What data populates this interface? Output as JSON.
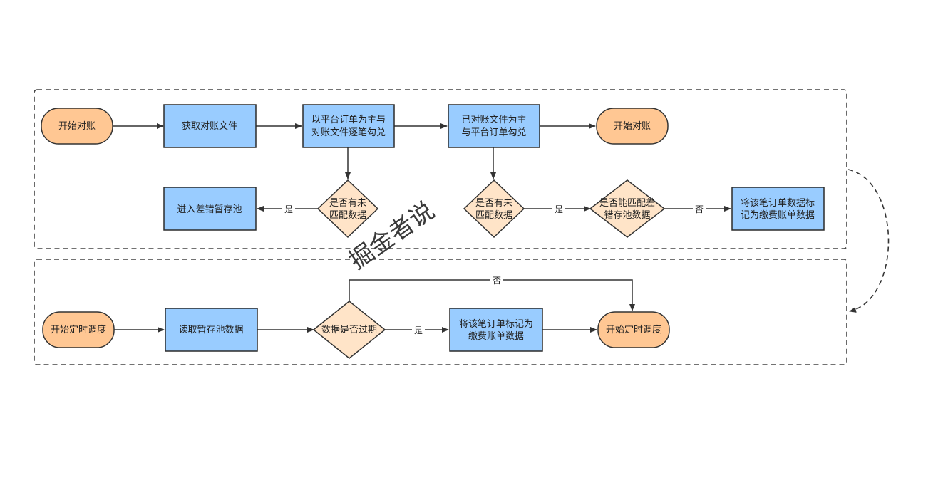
{
  "colors": {
    "terminal_fill": "#FFC793",
    "terminal_stroke": "#333333",
    "process_fill": "#99CCFF",
    "process_stroke": "#2B2B2B",
    "decision_fill": "#FFE4C8",
    "decision_stroke": "#333333",
    "edge": "#333333",
    "group_border": "#444444"
  },
  "nodes": {
    "start1": {
      "lines": [
        "开始对账"
      ]
    },
    "get_file": {
      "lines": [
        "获取对账文件"
      ]
    },
    "platform_check": {
      "lines": [
        "以平台订单为主与",
        "对账文件逐笔勾兑"
      ]
    },
    "file_check": {
      "lines": [
        "已对账文件为主",
        "与平台订单勾兑"
      ]
    },
    "end1": {
      "lines": [
        "开始对账"
      ]
    },
    "diff_pool": {
      "lines": [
        "进入差错暂存池"
      ]
    },
    "dec_unmatched1": {
      "lines": [
        "是否有未",
        "匹配数据"
      ]
    },
    "dec_unmatched2": {
      "lines": [
        "是否有未",
        "匹配数据"
      ]
    },
    "dec_match_pool": {
      "lines": [
        "是否能匹配差",
        "错存池数据"
      ]
    },
    "mark_fee1": {
      "lines": [
        "将该笔订单数据标",
        "记为缴费账单数据"
      ]
    },
    "start2": {
      "lines": [
        "开始定时调度"
      ]
    },
    "read_pool": {
      "lines": [
        "读取暂存池数据"
      ]
    },
    "dec_expired": {
      "lines": [
        "数据是否过期"
      ]
    },
    "mark_fee2": {
      "lines": [
        "将该笔订单标记为",
        "缴费账单数据"
      ]
    },
    "end2": {
      "lines": [
        "开始定时调度"
      ]
    }
  },
  "edge_labels": {
    "yes_to_pool": "是",
    "yes_to_match_pool": "是",
    "no_to_mark_fee1": "否",
    "no_to_end2": "否",
    "yes_to_mark_fee2": "是"
  },
  "watermark": "掘金者说"
}
